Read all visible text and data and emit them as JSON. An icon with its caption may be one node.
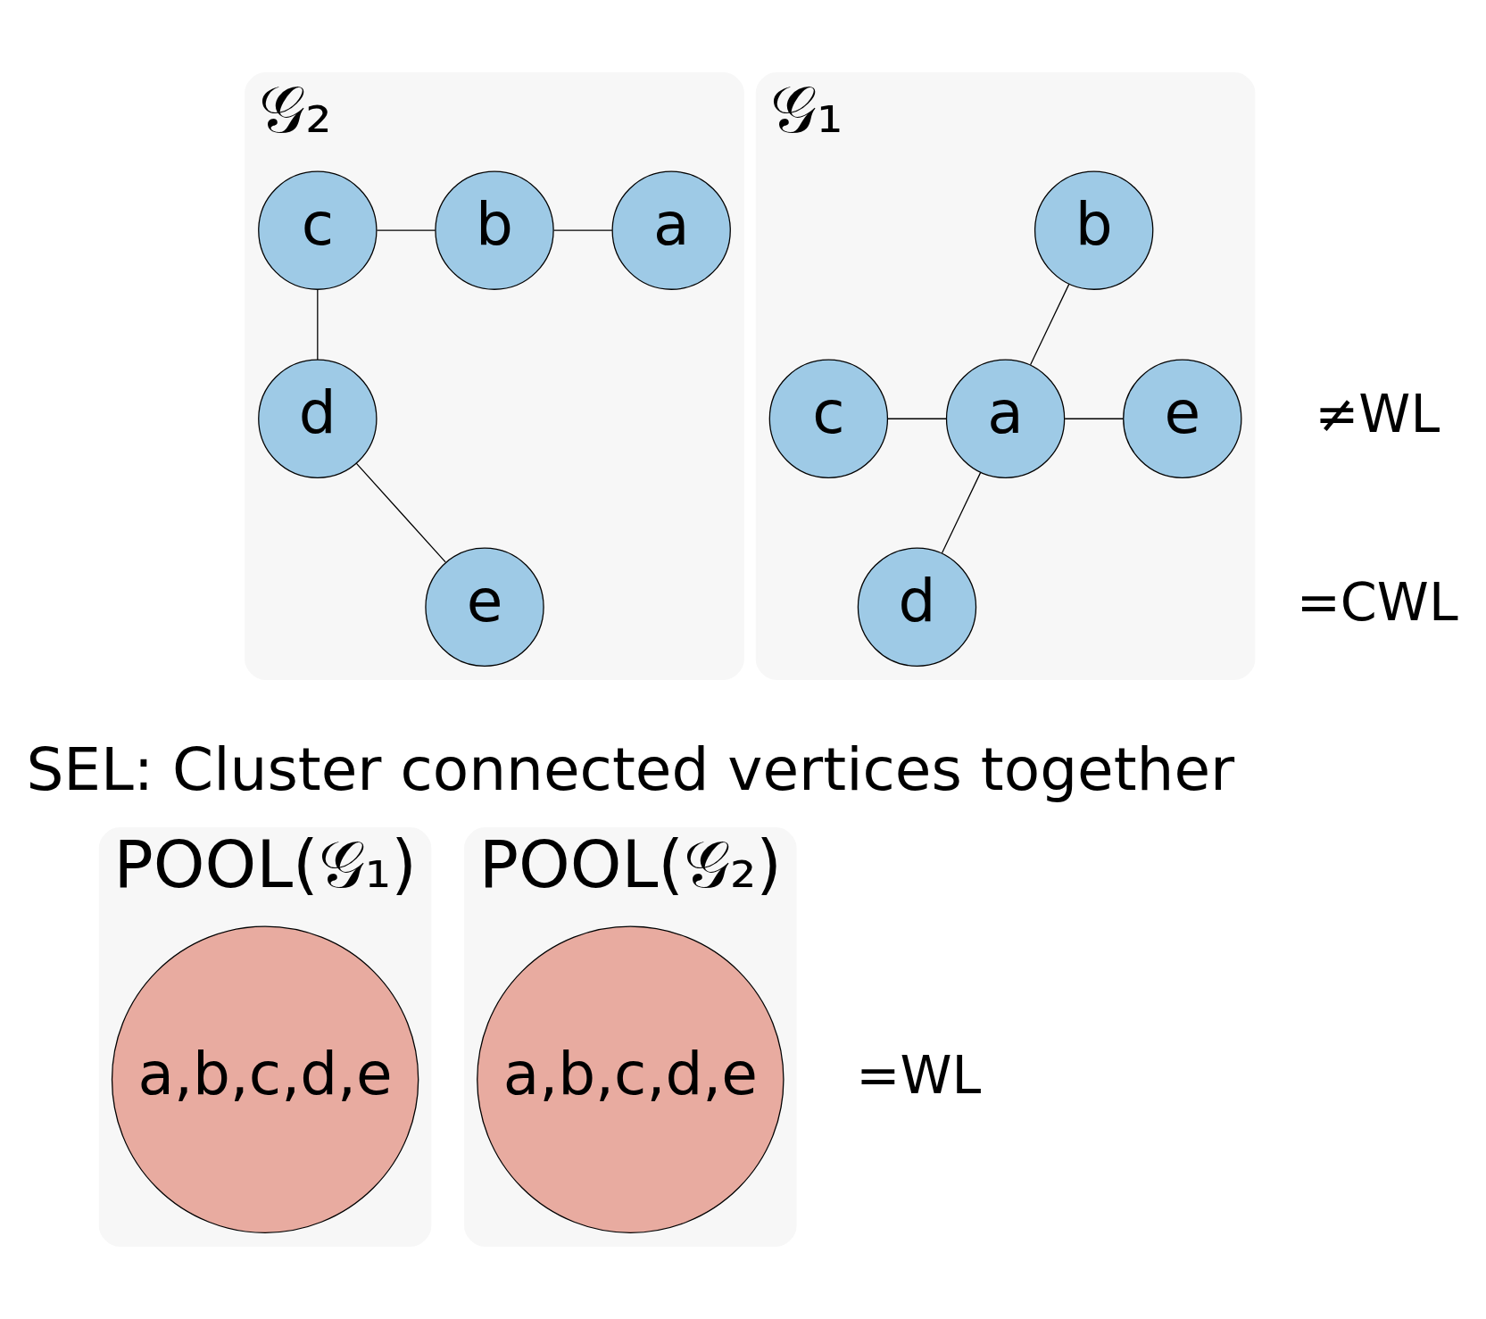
{
  "diagram": {
    "nodes": [
      {
        "text": [
          "𝒢₁"
        ]
      },
      {
        "text": [
          "b"
        ],
        "in": 0
      },
      {
        "text": [
          "c"
        ],
        "in": 0
      },
      {
        "text": [
          "a"
        ],
        "in": 0
      },
      {
        "text": [
          "e"
        ],
        "in": 0
      },
      {
        "text": [
          "d"
        ],
        "in": 0
      },
      {
        "text": [
          "𝒢₂"
        ]
      },
      {
        "text": [
          "b"
        ],
        "in": 6
      },
      {
        "text": [
          "c"
        ],
        "in": 6
      },
      {
        "text": [
          "a"
        ],
        "in": 6
      },
      {
        "text": [
          "d"
        ],
        "in": 6
      },
      {
        "text": [
          "e"
        ],
        "in": 6
      },
      {
        "text": [
          "POOL(𝒢₁)"
        ]
      },
      {
        "text": [
          "a,b,c,d,e"
        ],
        "in": 12
      },
      {
        "text": [
          "POOL(𝒢₂)"
        ]
      },
      {
        "text": [
          "a,b,c,d,e"
        ],
        "in": 14
      }
    ],
    "edges": [
      {
        "from": 1,
        "to": 3,
        "arrow": "none"
      },
      {
        "from": 2,
        "to": 3,
        "arrow": "none"
      },
      {
        "from": 3,
        "to": 4,
        "arrow": "none"
      },
      {
        "from": 3,
        "to": 5,
        "arrow": "none"
      },
      {
        "from": 8,
        "to": 7,
        "arrow": "none"
      },
      {
        "from": 7,
        "to": 9,
        "arrow": "none"
      },
      {
        "from": 8,
        "to": 10,
        "arrow": "none"
      },
      {
        "from": 10,
        "to": 11,
        "arrow": "none"
      }
    ],
    "labels": [
      "≠WL",
      "=CWL",
      "SEL: Cluster connected vertices together",
      "=WL"
    ]
  }
}
